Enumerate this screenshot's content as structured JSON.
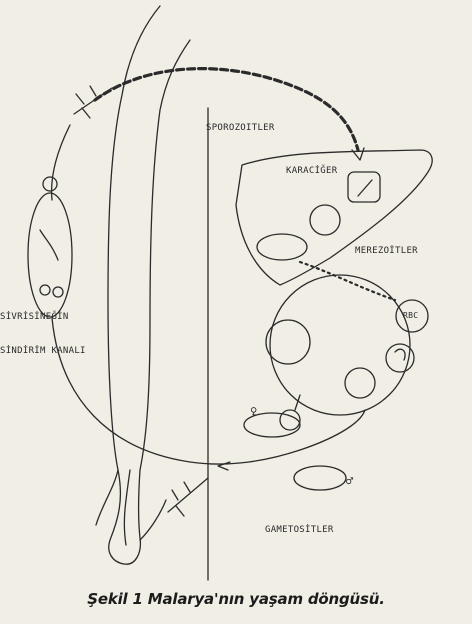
{
  "labels": {
    "sporozoites": "SPOROZOITLER",
    "liver": "KARACİĞER",
    "merozoites": "MEREZOİTLER",
    "mosquito_line1": "SİVRİSİNEĞİN",
    "mosquito_line2": "SİNDİRİM KANALI",
    "gametocytes": "GAMETOSİTLER",
    "rbc": "RBC",
    "female_symbol": "♀",
    "male_symbol": "♂"
  },
  "caption": "Şekil 1  Malarya'nın yaşam döngüsü."
}
